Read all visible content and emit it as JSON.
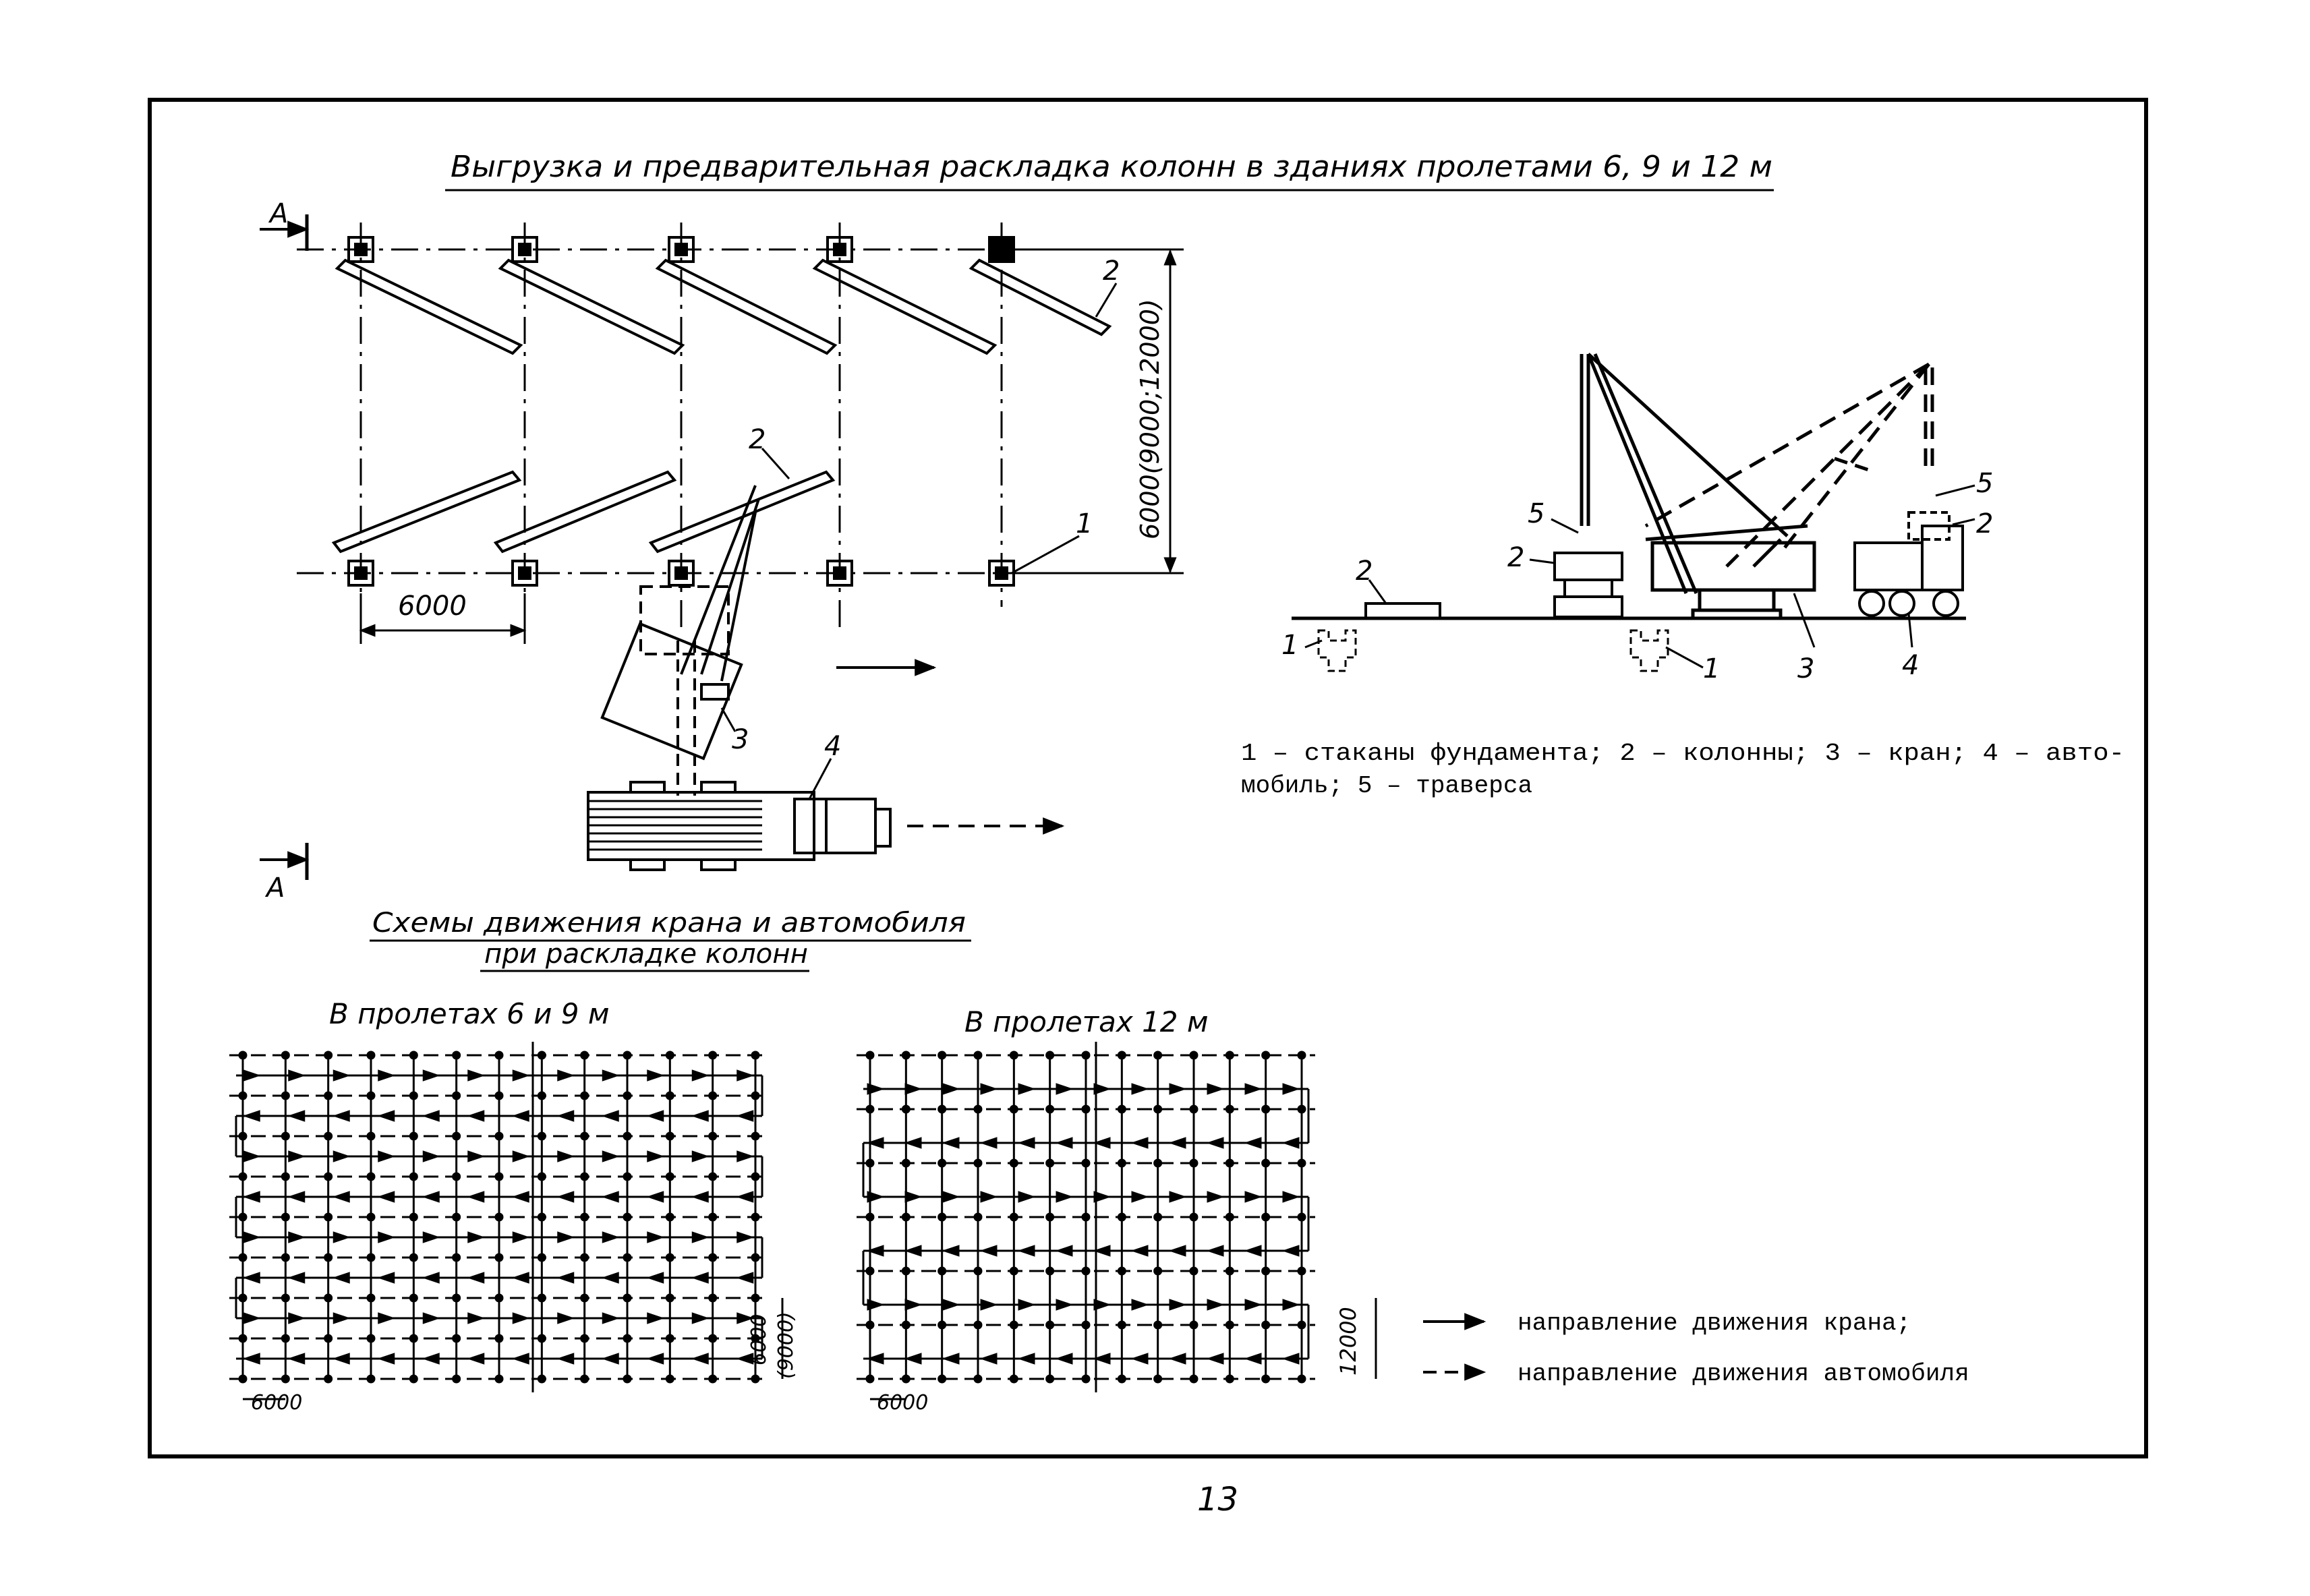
{
  "title": "Выгрузка и предварительная раскладка колонн в зданиях пролетами 6, 9 и 12 м",
  "plan": {
    "section_mark": "А",
    "dim_span": "6000(9000;12000)",
    "dim_step": "6000",
    "callouts": [
      "1",
      "2",
      "2",
      "3",
      "4"
    ]
  },
  "elevation": {
    "callouts": [
      "1",
      "1",
      "2",
      "2",
      "2",
      "3",
      "4",
      "5",
      "5"
    ]
  },
  "legend_items": {
    "line1": "1 – стаканы фундамента; 2 – колонны; 3 – кран; 4 – авто-",
    "line2": "мобиль; 5 – траверса"
  },
  "schemes": {
    "title_line1": "Схемы движения крана и автомобиля",
    "title_line2": "при раскладке колонн",
    "left_label": "В пролетах  6 и 9 м",
    "right_label": "В пролетах 12 м",
    "left_dim_step": "6000",
    "left_dim_span_1": "6000",
    "left_dim_span_2": "(9000)",
    "right_dim_step": "6000",
    "right_dim_span": "12000"
  },
  "direction_legend": {
    "crane": "направление движения крана;",
    "vehicle": "направление движения автомобиля"
  },
  "page_number": "13"
}
